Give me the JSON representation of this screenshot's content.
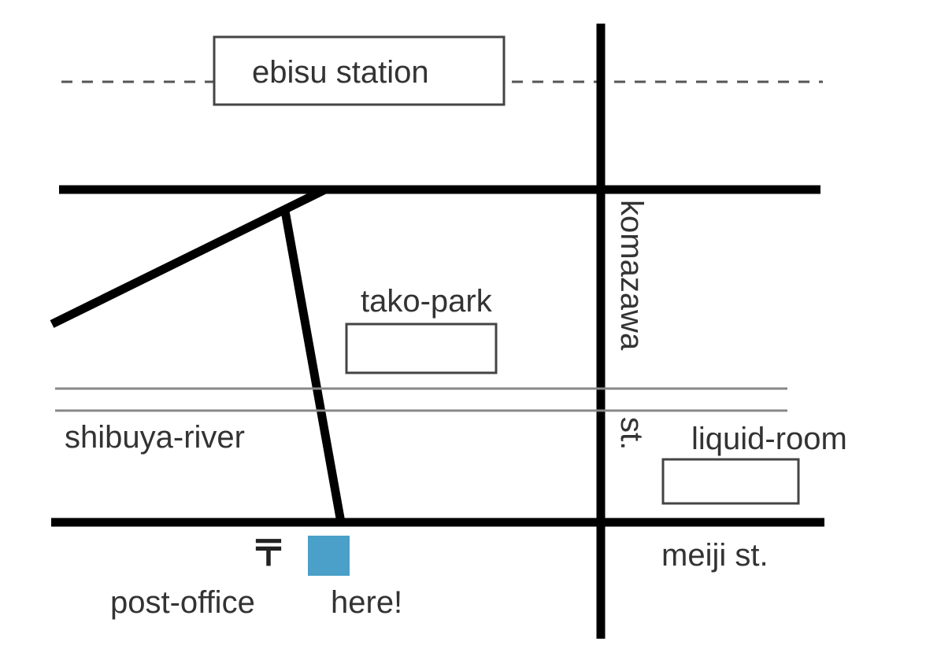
{
  "map": {
    "labels": {
      "station": "ebisu station",
      "park": "tako-park",
      "river": "shibuya-river",
      "venue": "liquid-room",
      "komazawa": "komazawa",
      "komazawa_suffix": "st.",
      "meiji": "meiji st.",
      "post_office": "post-office",
      "post_office_symbol": "〒",
      "here": "here!"
    },
    "colors": {
      "road": "#000000",
      "river": "#888888",
      "rail": "#555555",
      "box_border": "#444444",
      "here_marker": "#4aa0c8",
      "text": "#333333"
    }
  }
}
